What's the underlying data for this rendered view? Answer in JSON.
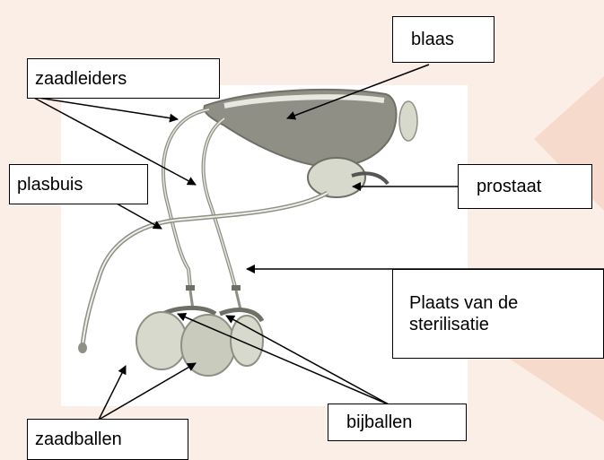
{
  "labels": {
    "blaas": "blaas",
    "zaadleiders": "zaadleiders",
    "plasbuis": "plasbuis",
    "prostaat": "prostaat",
    "sterilisatie_line1": "Plaats van de",
    "sterilisatie_line2": "sterilisatie",
    "bijballen": "bijballen",
    "zaadballen": "zaadballen"
  },
  "colors": {
    "background": "#fbeee6",
    "decor": "#f8ddd0",
    "organ_fill": "#8f8f86",
    "organ_light": "#d7d9cc",
    "outline": "#6f6f66"
  }
}
